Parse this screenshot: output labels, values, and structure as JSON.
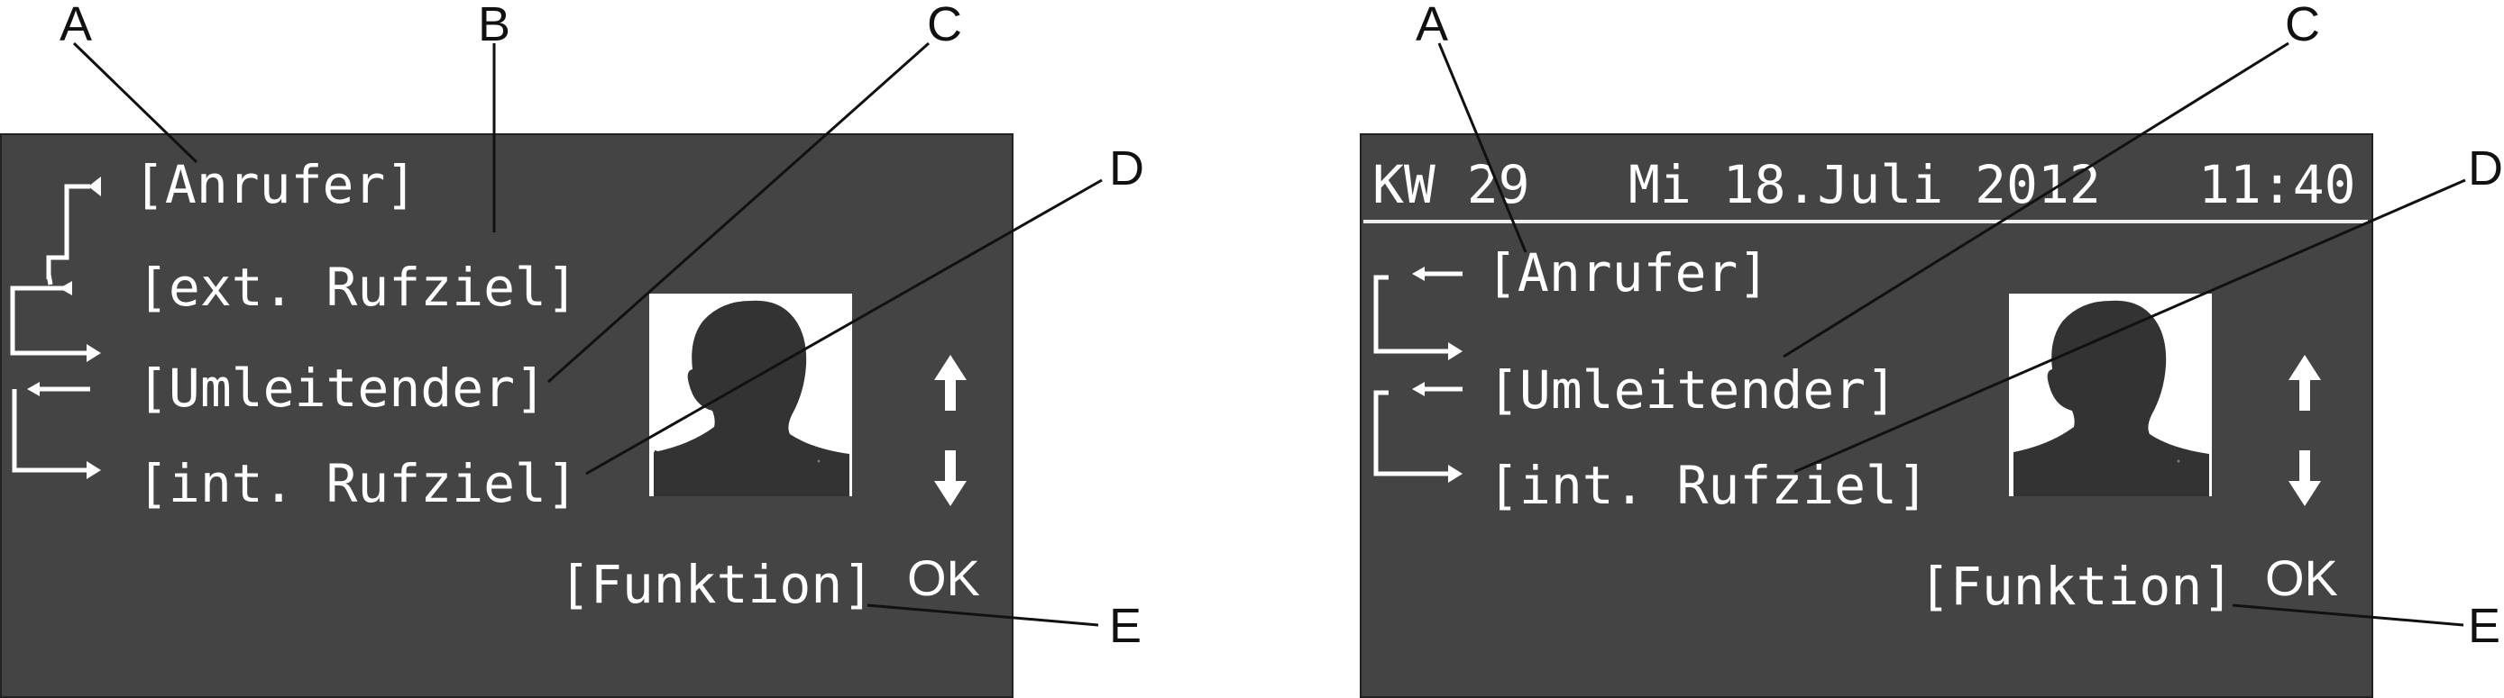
{
  "callouts": {
    "a": "A",
    "b": "B",
    "c": "C",
    "d": "D",
    "e": "E"
  },
  "left_display": {
    "caller": "[Anrufer]",
    "ext_target": "[ext. Rufziel]",
    "redirector": "[Umleitender]",
    "int_target": "[int. Rufziel]",
    "function": "[Funktion]",
    "ok": "OK"
  },
  "right_display": {
    "week": "KW 29",
    "date": "Mi 18.Juli 2012",
    "time": "11:40",
    "caller": "[Anrufer]",
    "redirector": "[Umleitender]",
    "int_target": "[int. Rufziel]",
    "function": "[Funktion]",
    "ok": "OK"
  },
  "icons": {
    "photo": "person-silhouette-icon",
    "up": "arrow-up-icon",
    "down": "arrow-down-icon",
    "redirect": "redirect-arrows-icon"
  },
  "colors": {
    "display_bg": "#444444",
    "display_text": "#ffffff",
    "line": "#111111"
  }
}
